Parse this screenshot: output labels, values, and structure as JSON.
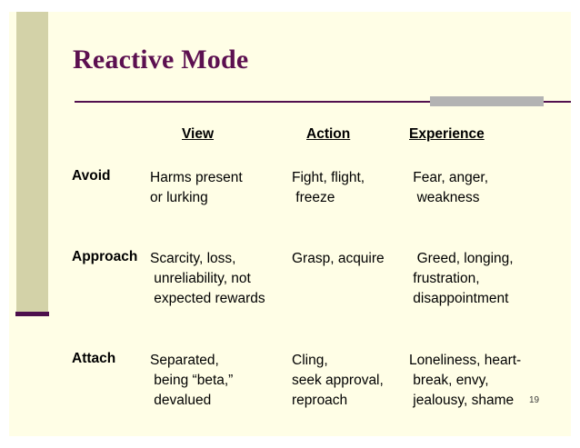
{
  "slide": {
    "title": "Reactive Mode",
    "number": "19",
    "accent_color": "#5c1050",
    "rule_color": "#52104f",
    "strip_color": "#d3d2a8",
    "background_color": "#fffee6",
    "block_color": "#b3b3b3"
  },
  "table": {
    "columns": [
      {
        "label": "View"
      },
      {
        "label": "Action"
      },
      {
        "label": "Experience"
      }
    ],
    "rows": [
      {
        "label": "Avoid",
        "view": "Harms present\nor lurking",
        "action": "Fight, flight,\n freeze",
        "experience": " Fear, anger,\n  weakness"
      },
      {
        "label": "Approach",
        "view": "Scarcity, loss,\n unreliability, not\n expected rewards",
        "action": "Grasp, acquire",
        "experience": "  Greed, longing,\n frustration,\n disappointment"
      },
      {
        "label": "Attach",
        "view": "Separated,\n being “beta,”\n devalued",
        "action": "Cling,\nseek approval,\nreproach",
        "experience": "Loneliness, heart-\n break, envy,\n jealousy, shame"
      }
    ]
  }
}
